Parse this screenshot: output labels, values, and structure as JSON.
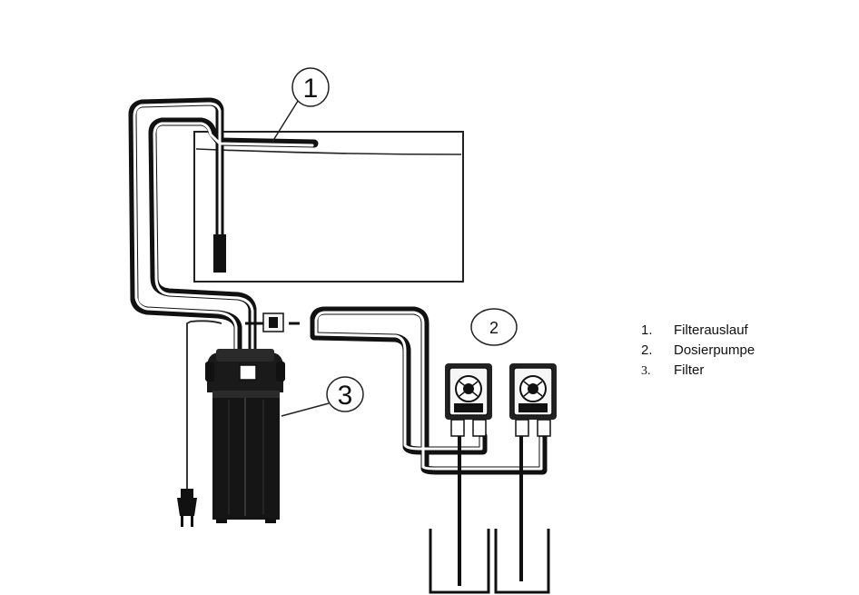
{
  "callouts": {
    "one": "1",
    "two": "2",
    "three": "3"
  },
  "legend": [
    {
      "number": "1.",
      "label": "Filterauslauf"
    },
    {
      "number": "2.",
      "label": "Dosierpumpe"
    },
    {
      "number": "3.",
      "label": "Filter"
    }
  ]
}
